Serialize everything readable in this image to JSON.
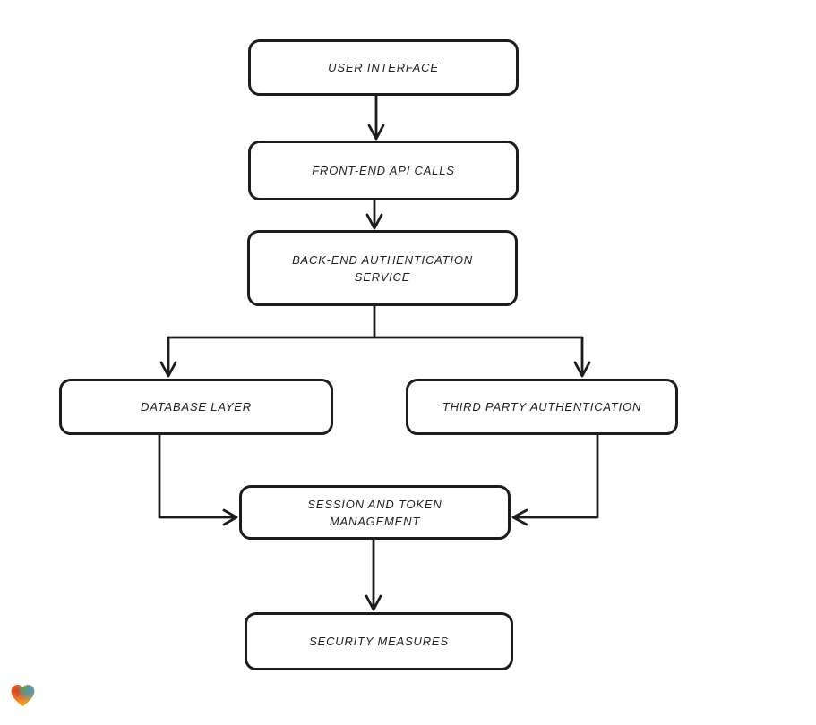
{
  "page": {
    "background": "#ffffff"
  },
  "diagram": {
    "type": "flowchart",
    "stroke_color": "#1c1c1c",
    "node_fill": "#ffffff",
    "nodes": [
      {
        "id": "user-interface",
        "label": "USER INTERFACE"
      },
      {
        "id": "front-end-api-calls",
        "label": "FRONT-END API CALLS"
      },
      {
        "id": "back-end-authentication-service",
        "label": "BACK-END AUTHENTICATION SERVICE"
      },
      {
        "id": "database-layer",
        "label": "DATABASE LAYER"
      },
      {
        "id": "third-party-authentication",
        "label": "THIRD PARTY AUTHENTICATION"
      },
      {
        "id": "session-and-token-management",
        "label": "SESSION AND TOKEN MANAGEMENT"
      },
      {
        "id": "security-measures",
        "label": "SECURITY MEASURES"
      }
    ],
    "edges": [
      {
        "from": "user-interface",
        "to": "front-end-api-calls"
      },
      {
        "from": "front-end-api-calls",
        "to": "back-end-authentication-service"
      },
      {
        "from": "back-end-authentication-service",
        "to": "database-layer"
      },
      {
        "from": "back-end-authentication-service",
        "to": "third-party-authentication"
      },
      {
        "from": "database-layer",
        "to": "session-and-token-management"
      },
      {
        "from": "third-party-authentication",
        "to": "session-and-token-management"
      },
      {
        "from": "session-and-token-management",
        "to": "security-measures"
      }
    ]
  },
  "branding": {
    "logo": "gradient-heart-logo",
    "logo_colors": {
      "red": "#e2342c",
      "green": "#5ba34a",
      "blue": "#2e9bd4",
      "orange": "#f6991c"
    }
  }
}
